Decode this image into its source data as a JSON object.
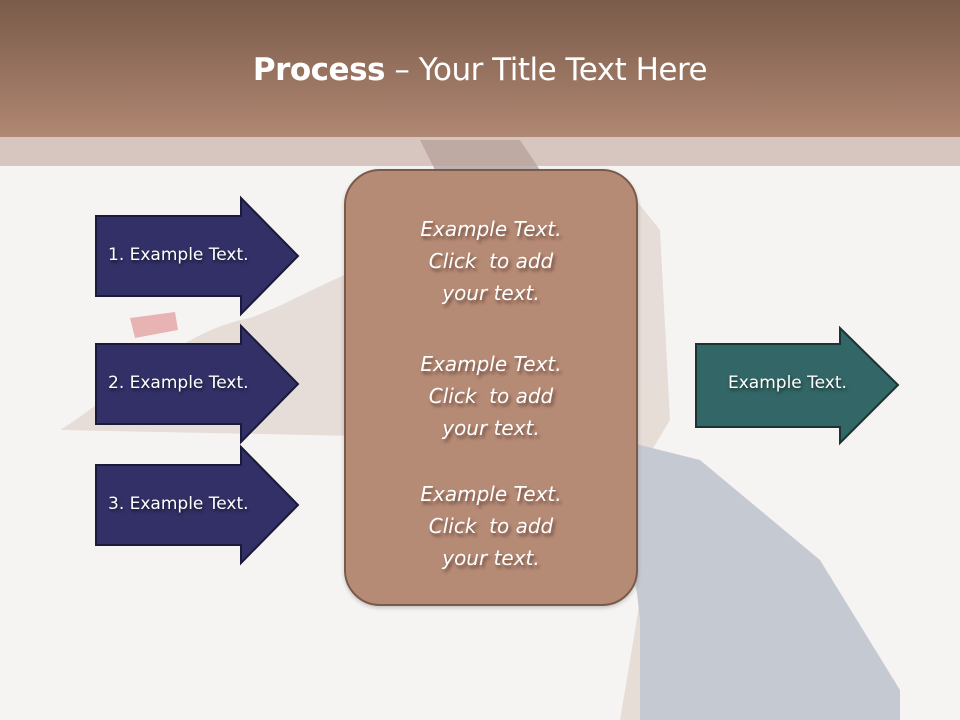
{
  "slide": {
    "title_bold": "Process",
    "title_rest": " – Your Title Text Here"
  },
  "left_arrows": [
    {
      "label": "1. Example Text."
    },
    {
      "label": "2. Example Text."
    },
    {
      "label": "3. Example Text."
    }
  ],
  "center_box": {
    "blocks": [
      {
        "line1": "Example Text.",
        "line2": "Click  to add",
        "line3": "your text."
      },
      {
        "line1": "Example Text.",
        "line2": "Click  to add",
        "line3": "your text."
      },
      {
        "line1": "Example Text.",
        "line2": "Click  to add",
        "line3": "your text."
      }
    ]
  },
  "right_arrow": {
    "label": "Example Text."
  },
  "colors": {
    "header_top": "#7a5b4a",
    "header_bottom": "#b08772",
    "left_arrow_fill": "#323066",
    "right_arrow_fill": "#336666",
    "center_box_fill": "#b68b76"
  }
}
